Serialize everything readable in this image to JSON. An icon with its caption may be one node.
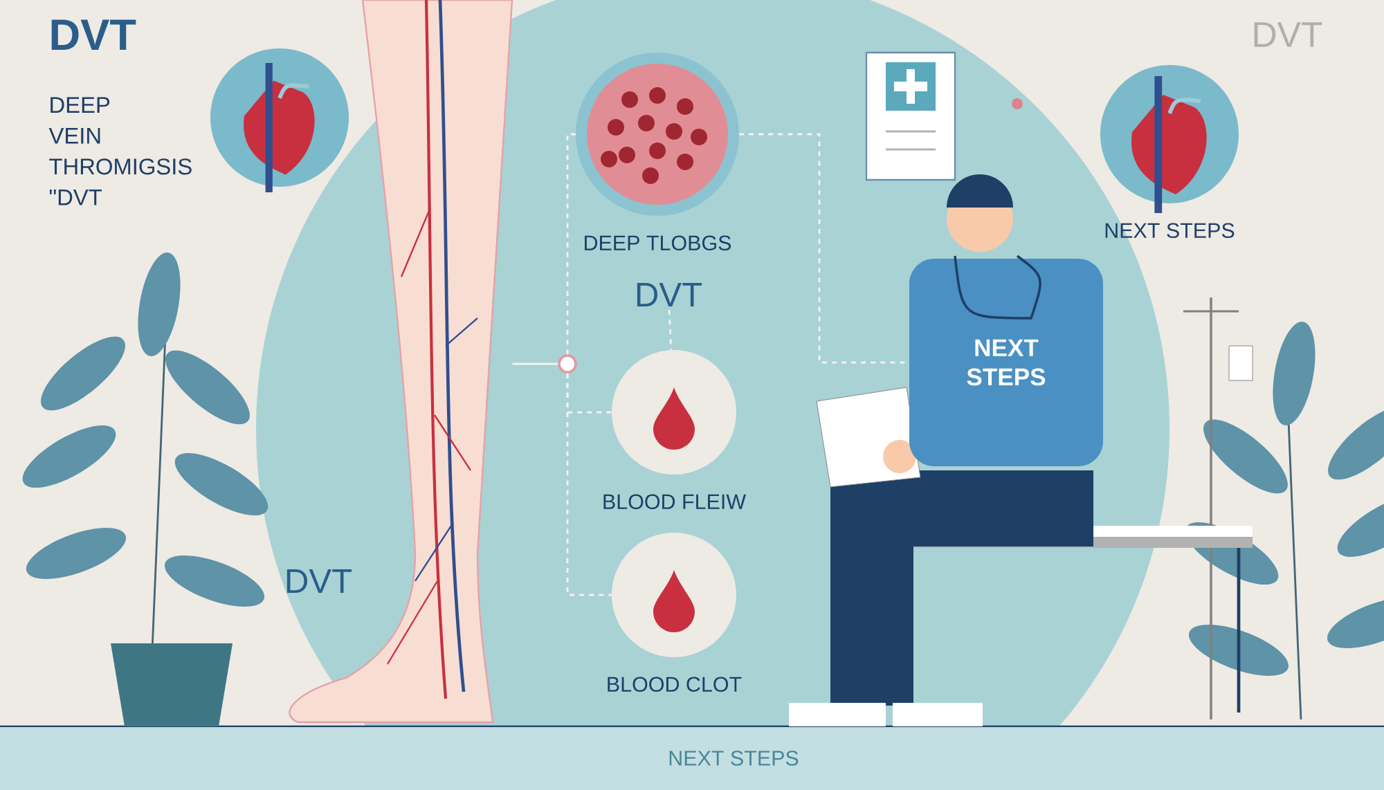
{
  "diagram": {
    "title": "DVT",
    "nodes": [
      {
        "text": [],
        "shape": "picture"
      },
      {
        "text": [],
        "shape": "circle"
      },
      {
        "text": [
          "DEEP TLOBGS"
        ]
      },
      {
        "text": [
          "DVT"
        ]
      },
      {
        "text": [
          "BLOOD FLEIW"
        ]
      },
      {
        "text": [
          "BLOOD CLOT"
        ]
      },
      {
        "text": [
          "NEXT STEPS"
        ]
      },
      {
        "text": [
          "NEXT STEPS"
        ]
      }
    ],
    "edges": [
      {
        "from": 0,
        "to": 1,
        "arrow": "none"
      },
      {
        "from": 1,
        "to": 2,
        "arrow": "none",
        "style": "dashed"
      },
      {
        "from": 1,
        "to": 4,
        "arrow": "none",
        "style": "dashed"
      },
      {
        "from": 1,
        "to": 5,
        "arrow": "none",
        "style": "dashed"
      },
      {
        "from": 3,
        "to": 4,
        "arrow": "none",
        "style": "dashed"
      },
      {
        "from": 2,
        "to": 6,
        "arrow": "none",
        "style": "dashed"
      }
    ],
    "labels": [
      "DEEP VEIN THROMIGSIS \"DVT",
      "DVT",
      "DVT",
      "NEXT STEPS"
    ]
  }
}
